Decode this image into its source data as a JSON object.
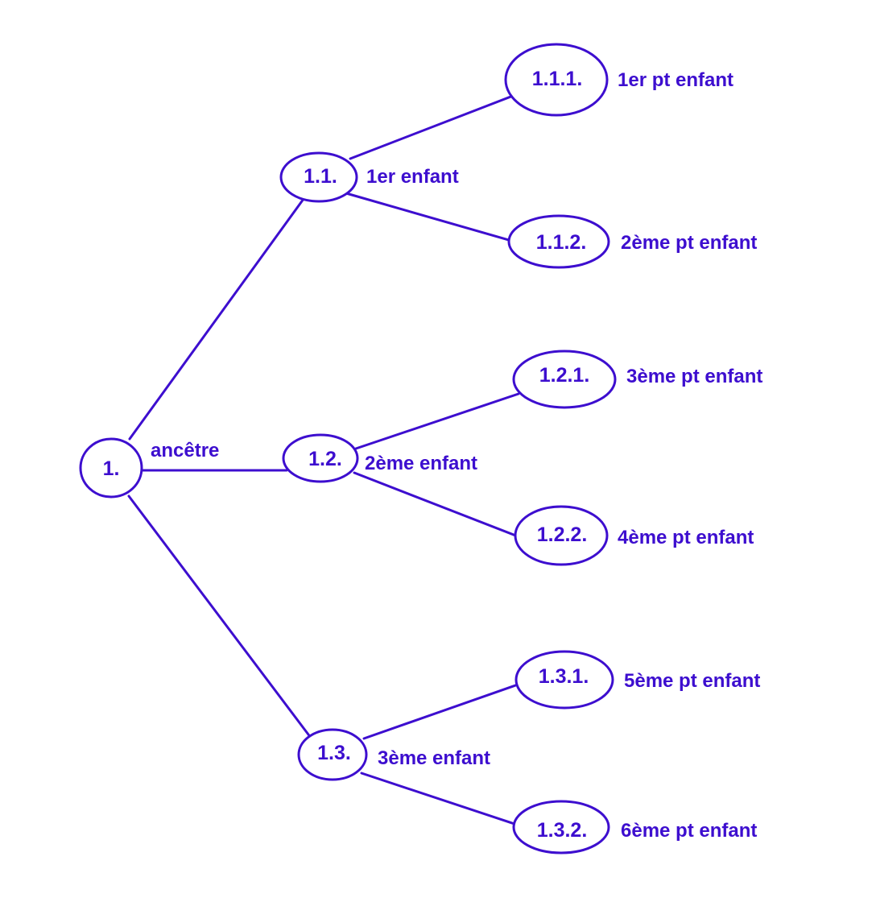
{
  "diagram": {
    "color": "#3d0ecf",
    "nodes": [
      {
        "id": "n1",
        "number": "1.",
        "caption": "ancêtre"
      },
      {
        "id": "n11",
        "number": "1.1.",
        "caption": "1er enfant"
      },
      {
        "id": "n12",
        "number": "1.2.",
        "caption": "2ème enfant"
      },
      {
        "id": "n13",
        "number": "1.3.",
        "caption": "3ème enfant"
      },
      {
        "id": "n111",
        "number": "1.1.1.",
        "caption": "1er pt enfant"
      },
      {
        "id": "n112",
        "number": "1.1.2.",
        "caption": "2ème pt enfant"
      },
      {
        "id": "n121",
        "number": "1.2.1.",
        "caption": "3ème pt enfant"
      },
      {
        "id": "n122",
        "number": "1.2.2.",
        "caption": "4ème pt enfant"
      },
      {
        "id": "n131",
        "number": "1.3.1.",
        "caption": "5ème pt enfant"
      },
      {
        "id": "n132",
        "number": "1.3.2.",
        "caption": "6ème pt enfant"
      }
    ],
    "edges": [
      {
        "from": "n1",
        "to": "n11"
      },
      {
        "from": "n1",
        "to": "n12"
      },
      {
        "from": "n1",
        "to": "n13"
      },
      {
        "from": "n11",
        "to": "n111"
      },
      {
        "from": "n11",
        "to": "n112"
      },
      {
        "from": "n12",
        "to": "n121"
      },
      {
        "from": "n12",
        "to": "n122"
      },
      {
        "from": "n13",
        "to": "n131"
      },
      {
        "from": "n13",
        "to": "n132"
      }
    ]
  }
}
